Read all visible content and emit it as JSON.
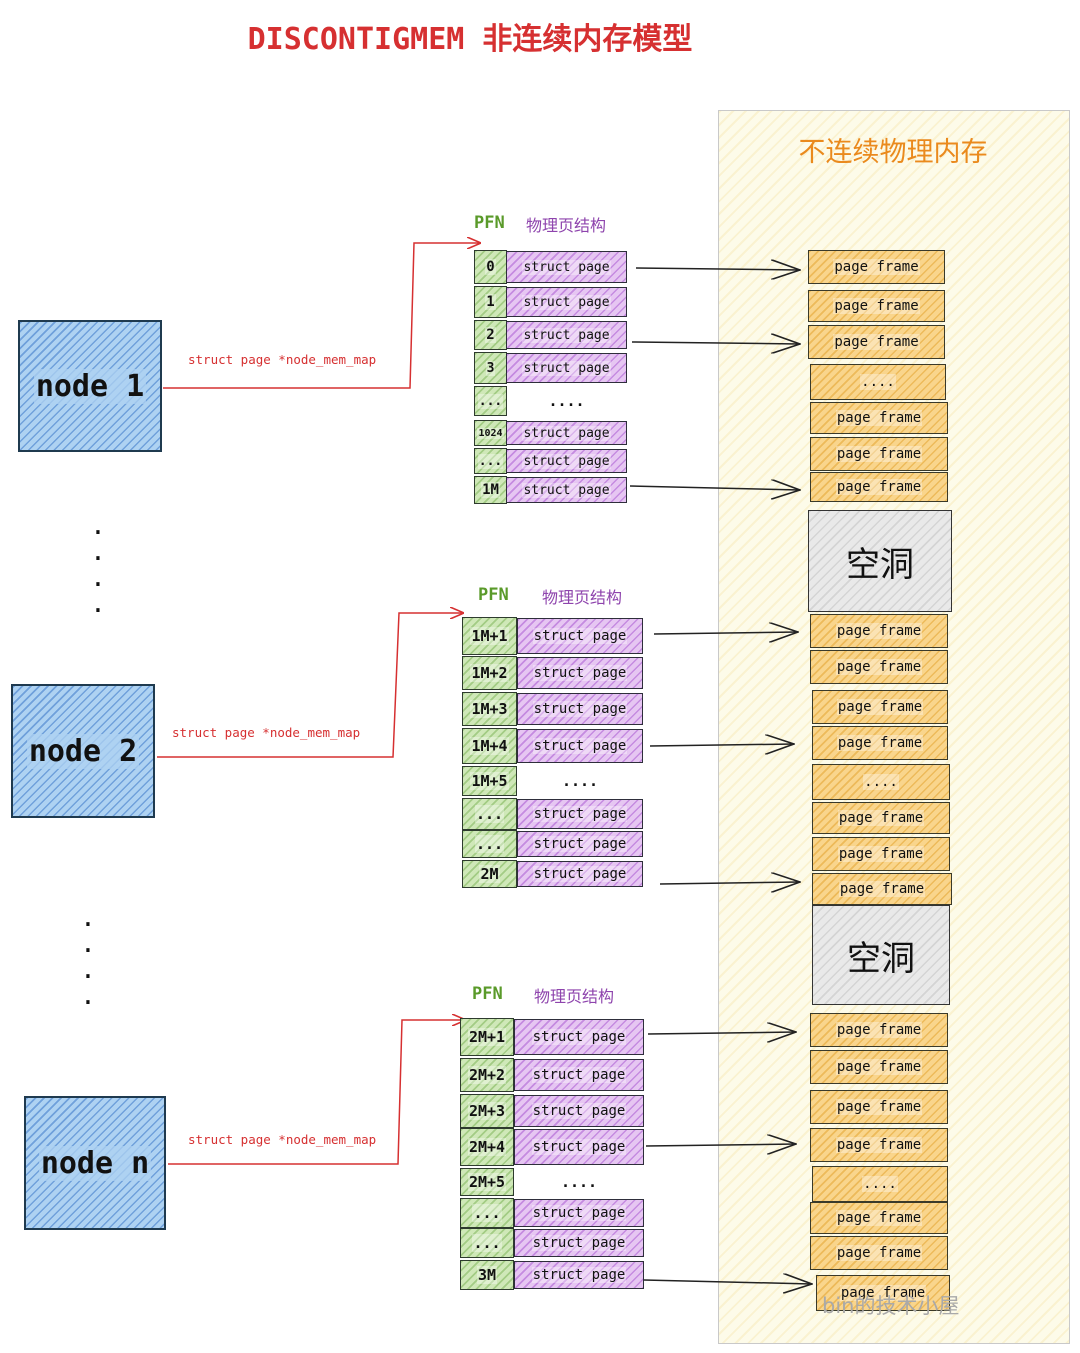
{
  "title": "DISCONTIGMEM 非连续内存模型",
  "region_title": "不连续物理内存",
  "pointer_label": "struct page *node_mem_map",
  "pfn_header": "PFN",
  "struct_header": "物理页结构",
  "struct_page_label": "struct page",
  "page_frame_label": "page frame",
  "dots_label": "....",
  "hole_label": "空洞",
  "vertical_dots": "·",
  "watermark": "bin的技术小屋",
  "nodes": [
    {
      "label": "node 1",
      "pfns": [
        "0",
        "1",
        "2",
        "3",
        "...",
        "1024",
        "...",
        "1M"
      ]
    },
    {
      "label": "node 2",
      "pfns": [
        "1M+1",
        "1M+2",
        "1M+3",
        "1M+4",
        "1M+5",
        "...",
        "...",
        "2M"
      ]
    },
    {
      "label": "node n",
      "pfns": [
        "2M+1",
        "2M+2",
        "2M+3",
        "2M+4",
        "2M+5",
        "...",
        "...",
        "3M"
      ]
    }
  ],
  "colors": {
    "title": "#d63031",
    "pointer": "#d63031",
    "pfn": "#5a9a2a",
    "struct_header": "#8e44ad",
    "region_title": "#ea8a1d",
    "node_fill": "#aed2f2",
    "pfn_fill": "#cfe8b8",
    "struct_fill": "#e6c6f2",
    "frame_fill": "#f9d58c",
    "hole_fill": "#e9e9e9"
  }
}
